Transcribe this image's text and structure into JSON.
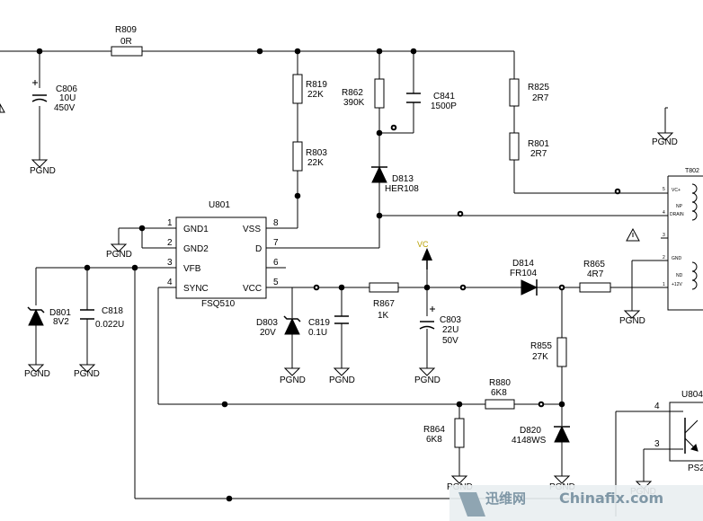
{
  "components": {
    "R809": {
      "ref": "R809",
      "value": "0R"
    },
    "C806": {
      "ref": "C806",
      "value1": "10U",
      "value2": "450V"
    },
    "R819": {
      "ref": "R819",
      "value": "22K"
    },
    "R803": {
      "ref": "R803",
      "value": "22K"
    },
    "R862": {
      "ref": "R862",
      "value": "390K"
    },
    "C841": {
      "ref": "C841",
      "value": "1500P"
    },
    "R825": {
      "ref": "R825",
      "value": "2R7"
    },
    "R801": {
      "ref": "R801",
      "value": "2R7"
    },
    "D813": {
      "ref": "D813",
      "value": "HER108"
    },
    "U801": {
      "ref": "U801",
      "part": "FSQ510",
      "pins_left": [
        {
          "num": "1",
          "name": "GND1"
        },
        {
          "num": "2",
          "name": "GND2"
        },
        {
          "num": "3",
          "name": "VFB"
        },
        {
          "num": "4",
          "name": "SYNC"
        }
      ],
      "pins_right": [
        {
          "num": "8",
          "name": "VSS"
        },
        {
          "num": "7",
          "name": "D"
        },
        {
          "num": "6",
          "name": ""
        },
        {
          "num": "5",
          "name": "VCC"
        }
      ]
    },
    "D801": {
      "ref": "D801",
      "value": "8V2"
    },
    "C818": {
      "ref": "C818",
      "value": "0.022U"
    },
    "D803": {
      "ref": "D803",
      "value": "20V"
    },
    "C819": {
      "ref": "C819",
      "value": "0.1U"
    },
    "R867": {
      "ref": "R867",
      "value": "1K"
    },
    "C803": {
      "ref": "C803",
      "value1": "22U",
      "value2": "50V"
    },
    "D814": {
      "ref": "D814",
      "value": "FR104"
    },
    "R865": {
      "ref": "R865",
      "value": "4R7"
    },
    "R855": {
      "ref": "R855",
      "value": "27K"
    },
    "R880": {
      "ref": "R880",
      "value": "6K8"
    },
    "R864": {
      "ref": "R864",
      "value1": "6K8"
    },
    "D820": {
      "ref": "D820",
      "value": "4148WS"
    },
    "T802": {
      "ref": "T802",
      "pins": [
        {
          "num": "5",
          "name": "VC+"
        },
        {
          "num": "",
          "name": "NP"
        },
        {
          "num": "4",
          "name": "DRAIN"
        },
        {
          "num": "3",
          "name": ""
        },
        {
          "num": "2",
          "name": "GND"
        },
        {
          "num": "",
          "name": "ND"
        },
        {
          "num": "1",
          "name": "+12V"
        }
      ]
    },
    "U804": {
      "ref": "U804",
      "pin_a": "4",
      "pin_b": "3",
      "partial": "PS2"
    }
  },
  "net_labels": {
    "vc": "VC",
    "pgnd": "PGND"
  },
  "watermark": {
    "cn": "迅维网",
    "en": "Chinafix.com"
  }
}
